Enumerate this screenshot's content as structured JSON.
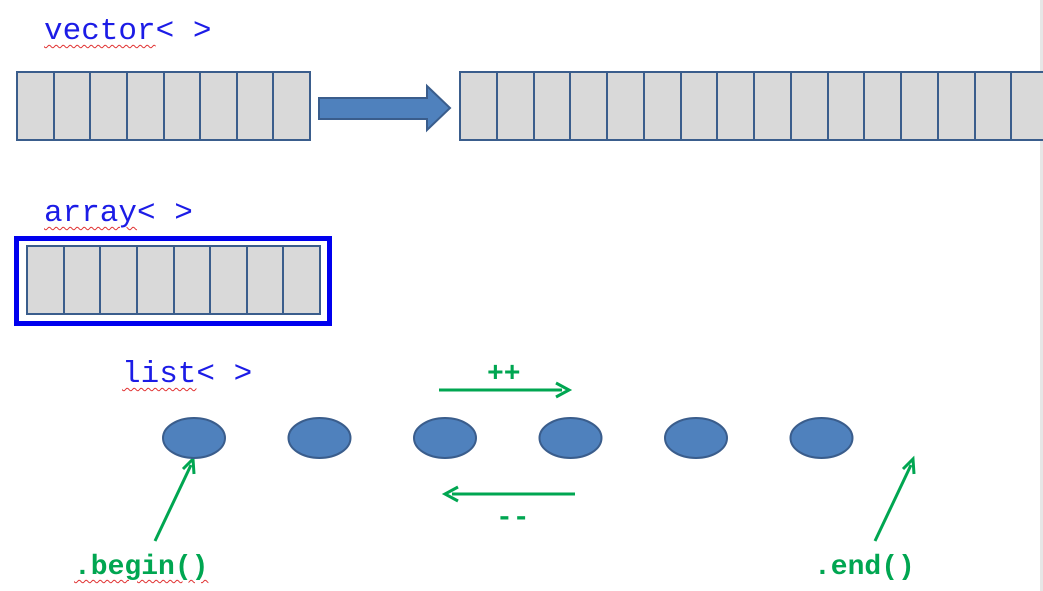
{
  "vector": {
    "label_name": "vector",
    "label_rest": "< >",
    "initial_cells": 8,
    "grown_cells": 16
  },
  "array": {
    "label_name": "array",
    "label_rest": "< >",
    "cells": 8
  },
  "list": {
    "label_name": "list",
    "label_rest": "< >",
    "node_count": 6,
    "increment_label": "++",
    "decrement_label": "--",
    "begin_label": ".begin()",
    "end_label": ".end()"
  },
  "colors": {
    "title_text": "#1c1ce6",
    "cell_fill": "#d9d9d9",
    "cell_border": "#3a5d8c",
    "arrow_fill": "#4f81bd",
    "node_fill": "#4f81bd",
    "array_frame": "#0000ee",
    "code_green": "#00a651"
  }
}
